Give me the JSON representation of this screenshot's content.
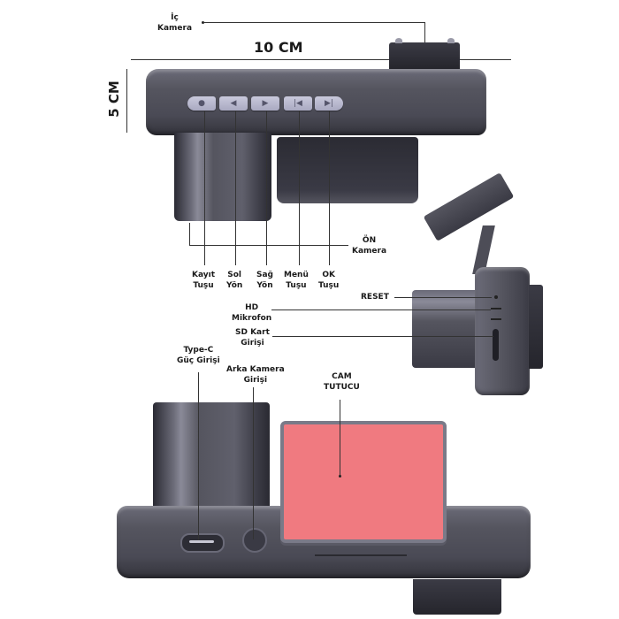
{
  "diagram": {
    "type": "product-diagram",
    "subject": "Dash camera with front, interior and rear camera inputs",
    "dimensions": {
      "width_label": "10 CM",
      "height_label": "5 CM"
    },
    "top_view_labels": {
      "inner_camera": [
        "İç",
        "Kamera"
      ],
      "front_camera": [
        "ÖN",
        "Kamera"
      ]
    },
    "buttons": [
      {
        "id": "record",
        "glyph": "●",
        "label": [
          "Kayıt",
          "Tuşu"
        ]
      },
      {
        "id": "left",
        "glyph": "◀",
        "label": [
          "Sol",
          "Yön"
        ]
      },
      {
        "id": "right",
        "glyph": "▶",
        "label": [
          "Sağ",
          "Yön"
        ]
      },
      {
        "id": "menu",
        "glyph": "|◀",
        "label": [
          "Menü",
          "Tuşu"
        ]
      },
      {
        "id": "ok",
        "glyph": "▶|",
        "label": [
          "OK",
          "Tuşu"
        ]
      }
    ],
    "side_view_labels": {
      "reset": "RESET",
      "microphone": [
        "HD",
        "Mikrofon"
      ],
      "sd_card": [
        "SD Kart",
        "Girişi"
      ]
    },
    "bottom_view_labels": {
      "type_c": [
        "Type-C",
        "Güç Girişi"
      ],
      "rear_camera": [
        "Arka Kamera",
        "Girişi"
      ],
      "glass_holder": [
        "CAM",
        "TUTUCU"
      ]
    },
    "colors": {
      "device_body": "#4f4f5a",
      "buttons": "#b8b8cf",
      "adhesive_pad": "#f07a80",
      "lines": "#333333"
    }
  }
}
